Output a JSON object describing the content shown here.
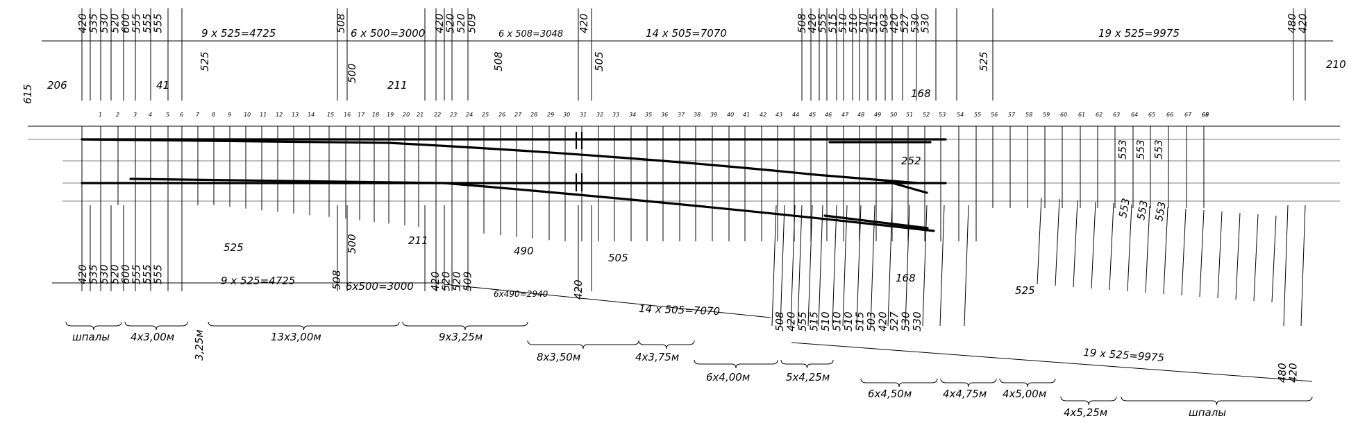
{
  "top_dims": {
    "left_stack": [
      "420",
      "535",
      "530",
      "520",
      "600",
      "555",
      "555",
      "555"
    ],
    "a_text": "9 x 525=4725",
    "b1": "508",
    "b_text": "6 x 500=3000",
    "c_stack": [
      "420",
      "520",
      "520",
      "509"
    ],
    "c_text": "6 x 508=3048",
    "d1": "420",
    "d_text": "14 x 505=7070",
    "e_stack": [
      "508",
      "420",
      "555",
      "515",
      "510",
      "510",
      "510",
      "515",
      "503",
      "420",
      "527",
      "530",
      "530"
    ],
    "f_text": "19 x 525=9975",
    "g_stack": [
      "480",
      "420"
    ],
    "small": {
      "s525a": "525",
      "s500": "500",
      "s508": "508",
      "s505": "505",
      "s525b": "525",
      "s210": "210",
      "s615": "615",
      "s206": "206",
      "s41": "41",
      "s211": "211",
      "s168": "168",
      "s252": "252"
    }
  },
  "bottom_dims": {
    "left_stack": [
      "420",
      "535",
      "530",
      "520",
      "600",
      "555",
      "555",
      "555"
    ],
    "a_text": "9 x 525=4725",
    "b1": "508",
    "b_text": "6x500=3000",
    "c_stack": [
      "420",
      "520",
      "520",
      "509"
    ],
    "c_text": "6x490=2940",
    "d1": "420",
    "d_text": "14 x 505=7070",
    "e_stack": [
      "508",
      "420",
      "555",
      "515",
      "510",
      "510",
      "510",
      "515",
      "503",
      "420",
      "527",
      "530",
      "530"
    ],
    "f_text": "19 x 525=9975",
    "g_stack": [
      "480",
      "420"
    ],
    "small": {
      "s525a": "525",
      "s500": "500",
      "s211": "211",
      "s490": "490",
      "s505": "505",
      "s168": "168",
      "s525b": "525"
    }
  },
  "sleeper_numbers": [
    "1",
    "2",
    "3",
    "4",
    "5",
    "6",
    "7",
    "8",
    "9",
    "10",
    "11",
    "12",
    "13",
    "14",
    "15",
    "16",
    "17",
    "18",
    "19",
    "20",
    "21",
    "22",
    "23",
    "24",
    "25",
    "26",
    "27",
    "28",
    "29",
    "30",
    "31",
    "32",
    "33",
    "34",
    "35",
    "36",
    "37",
    "38",
    "39",
    "40",
    "41",
    "42",
    "43",
    "44",
    "45",
    "46",
    "47",
    "48",
    "49",
    "50",
    "51",
    "52",
    "53",
    "54",
    "55",
    "56",
    "57",
    "58",
    "59",
    "60",
    "61",
    "62",
    "63",
    "64",
    "65",
    "66",
    "67",
    "68",
    "69"
  ],
  "right_dims": [
    "553",
    "553",
    "553"
  ],
  "groups": [
    "шпалы",
    "4x3,00м",
    "3,25м",
    "13x3,00м",
    "9x3,25м",
    "8x3,50м",
    "4x3,75м",
    "6x4,00м",
    "5x4,25м",
    "6x4,50м",
    "4x4,75м",
    "4x5,00м",
    "4x5,25м",
    "шпалы"
  ]
}
